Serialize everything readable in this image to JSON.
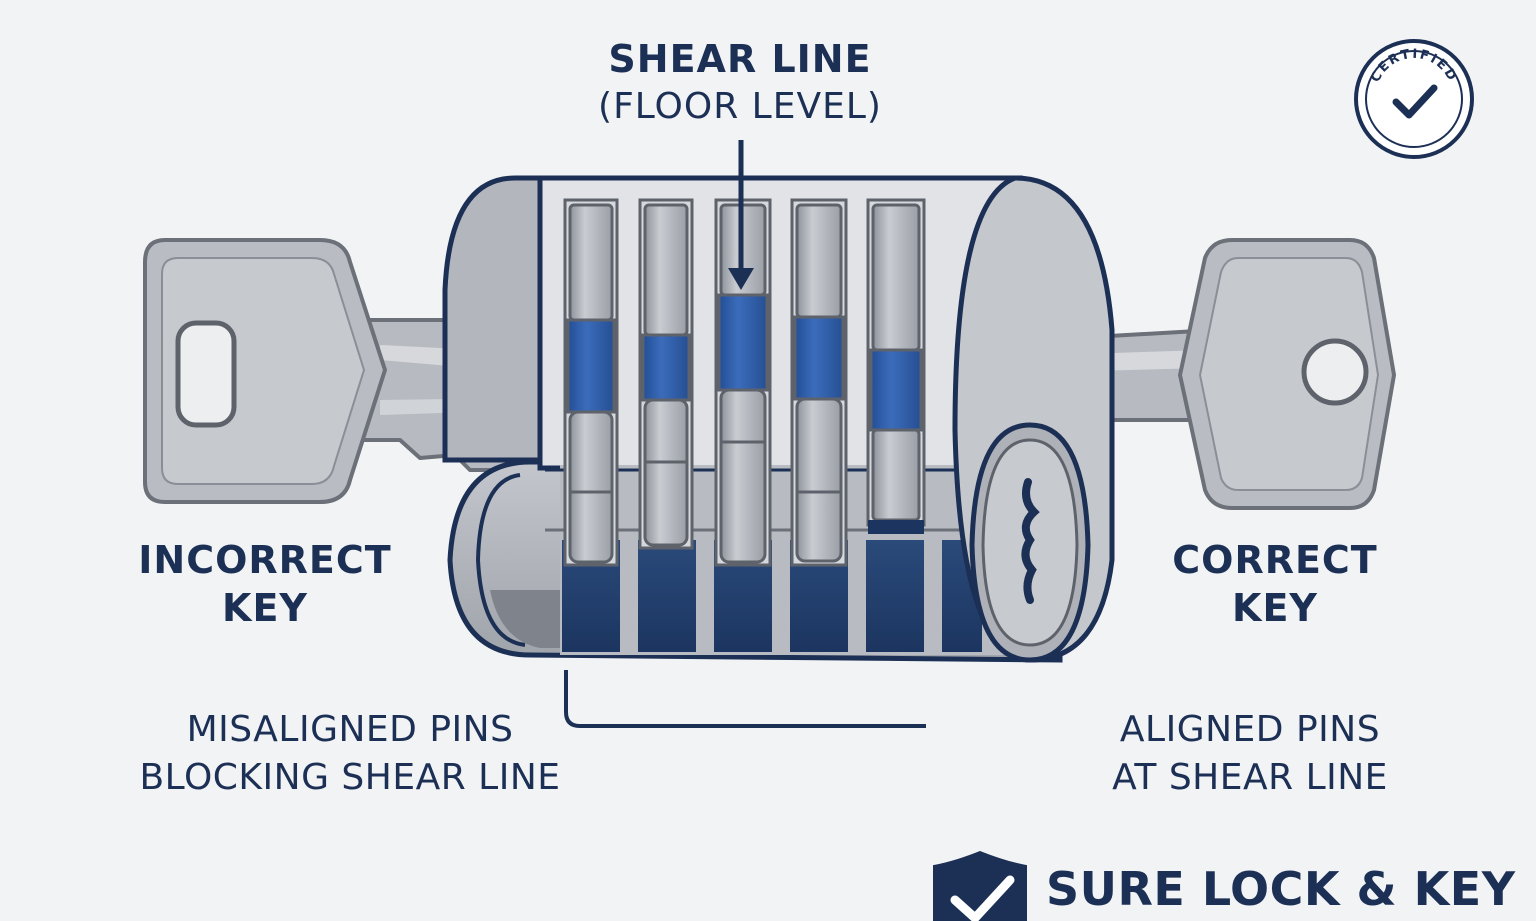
{
  "shear_line": {
    "title": "SHEAR LINE",
    "subtitle": "(FLOOR LEVEL)"
  },
  "left_key": {
    "label_line1": "INCORRECT",
    "label_line2": "KEY"
  },
  "right_key": {
    "label_line1": "CORRECT",
    "label_line2": "KEY"
  },
  "left_caption": {
    "line1": "MISALIGNED PINS",
    "line2": "BLOCKING SHEAR LINE"
  },
  "right_caption": {
    "line1": "ALIGNED PINS",
    "line2": "AT SHEAR LINE"
  },
  "badge": {
    "text": "CERTIFIED",
    "icon": "check-icon"
  },
  "brand": {
    "name": "SURE LOCK & KEY",
    "icon": "shield-check-icon"
  },
  "colors": {
    "navy": "#1c2f55",
    "pin_blue": "#2f5fa8",
    "steel": "#b4b8bf",
    "background": "#f2f3f5"
  }
}
